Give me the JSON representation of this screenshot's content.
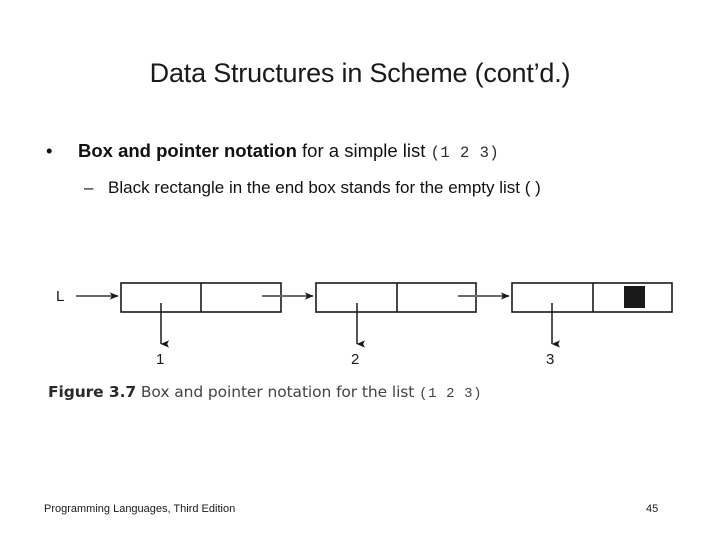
{
  "slide": {
    "title": "Data Structures in Scheme (cont’d.)",
    "bullets": {
      "level1": {
        "marker": "•",
        "strong": "Box and pointer notation",
        "rest": " for a simple list ",
        "code": "(1 2 3)"
      },
      "level2": {
        "marker": "–",
        "text": "Black rectangle in the end box stands for the empty list ( )"
      }
    },
    "figure": {
      "caption_label": "Figure 3.7",
      "caption_text": "Box and pointer notation for the list",
      "caption_code": "(1 2 3)",
      "root_label": "L",
      "cells": [
        {
          "value": "1"
        },
        {
          "value": "2"
        },
        {
          "value": "3"
        }
      ],
      "end_marker": "black-rectangle",
      "line_color": "#1a1a1a",
      "arrow_color": "#6b6b6b"
    },
    "footer": {
      "source": "Programming Languages, Third Edition",
      "page": "45"
    }
  }
}
